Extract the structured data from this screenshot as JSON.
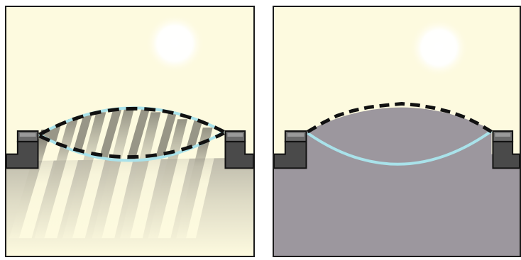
{
  "colors": {
    "sky": "#fdfadf",
    "sun": "#ffffff",
    "ground_shadow": "#cdcab6",
    "dark_block": "#4a4a4a",
    "block_outline": "#111111",
    "block_highlight": "#9a9a9a",
    "water": "#9c979e",
    "curve_light": "#a9e2ea",
    "curve_dash": "#111111",
    "light_beam": "#fdfadf",
    "beam_shade": "#c9c6b4",
    "frame": "#1a1a1a"
  },
  "icons": {
    "sun": "sun-disc",
    "lens": "double-convex-lens",
    "beam": "light-ray",
    "support": "mount-block"
  }
}
